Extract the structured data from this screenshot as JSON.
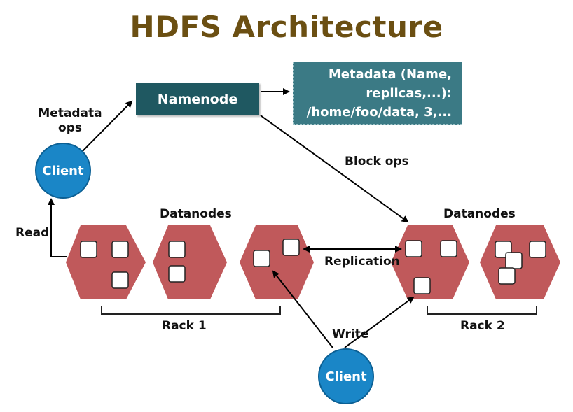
{
  "title": "HDFS Architecture",
  "namenode": "Namenode",
  "metadata_box": [
    "Metadata (Name,",
    "replicas,...):",
    "/home/foo/data, 3,..."
  ],
  "client_top": "Client",
  "client_bottom": "Client",
  "labels": {
    "metadata_ops_1": "Metadata",
    "metadata_ops_2": "ops",
    "block_ops": "Block ops",
    "read": "Read",
    "datanodes_left": "Datanodes",
    "datanodes_right": "Datanodes",
    "replication": "Replication",
    "write": "Write",
    "rack1": "Rack 1",
    "rack2": "Rack 2"
  },
  "colors": {
    "title": "#6b4f12",
    "namenode": "#1f5861",
    "metadata": "#3b7a85",
    "client": "#1a86c7",
    "datanode": "#c0595b"
  }
}
